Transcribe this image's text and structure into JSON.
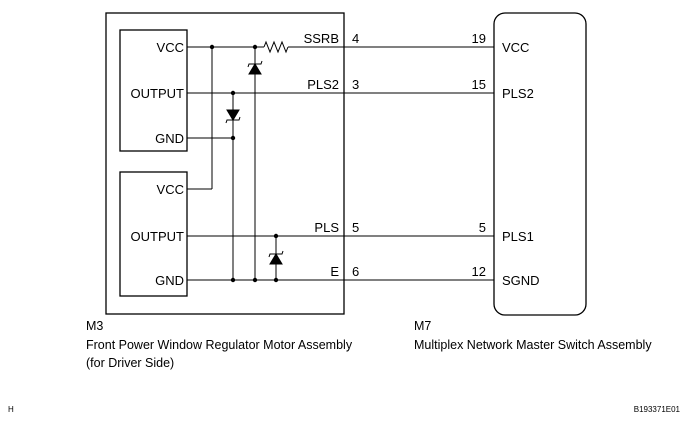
{
  "left_unit": {
    "connector": "M3",
    "name": "Front Power Window Regulator Motor Assembly",
    "name_line2": "(for Driver Side)",
    "upper_block": {
      "vcc": "VCC",
      "output": "OUTPUT",
      "gnd": "GND"
    },
    "lower_block": {
      "vcc": "VCC",
      "output": "OUTPUT",
      "gnd": "GND"
    },
    "pins": [
      {
        "signal": "SSRB",
        "number": "4"
      },
      {
        "signal": "PLS2",
        "number": "3"
      },
      {
        "signal": "PLS",
        "number": "5"
      },
      {
        "signal": "E",
        "number": "6"
      }
    ]
  },
  "right_unit": {
    "connector": "M7",
    "name": "Multiplex Network Master Switch Assembly",
    "pins": [
      {
        "number": "19",
        "signal": "VCC"
      },
      {
        "number": "15",
        "signal": "PLS2"
      },
      {
        "number": "5",
        "signal": "PLS1"
      },
      {
        "number": "12",
        "signal": "SGND"
      }
    ]
  },
  "footer": {
    "left_mark": "H",
    "figure_id": "B193371E01"
  }
}
